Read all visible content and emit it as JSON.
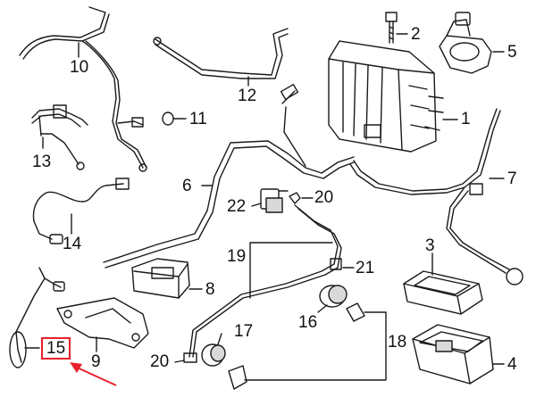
{
  "diagram": {
    "callouts": [
      {
        "id": "1",
        "text": "1"
      },
      {
        "id": "2",
        "text": "2"
      },
      {
        "id": "3",
        "text": "3"
      },
      {
        "id": "4",
        "text": "4"
      },
      {
        "id": "5",
        "text": "5"
      },
      {
        "id": "6",
        "text": "6"
      },
      {
        "id": "7",
        "text": "7"
      },
      {
        "id": "8",
        "text": "8"
      },
      {
        "id": "9",
        "text": "9"
      },
      {
        "id": "10",
        "text": "10"
      },
      {
        "id": "11",
        "text": "11"
      },
      {
        "id": "12",
        "text": "12"
      },
      {
        "id": "13",
        "text": "13"
      },
      {
        "id": "14",
        "text": "14"
      },
      {
        "id": "15",
        "text": "15"
      },
      {
        "id": "16",
        "text": "16"
      },
      {
        "id": "17",
        "text": "17"
      },
      {
        "id": "18",
        "text": "18"
      },
      {
        "id": "19",
        "text": "19"
      },
      {
        "id": "20a",
        "text": "20"
      },
      {
        "id": "20b",
        "text": "20"
      },
      {
        "id": "21",
        "text": "21"
      },
      {
        "id": "22",
        "text": "22"
      }
    ],
    "highlighted_callout": "15",
    "colors": {
      "line": "#1a1a1a",
      "fill": "#ffffff",
      "shade": "#d9d9d9",
      "highlight": "#e8202a"
    }
  }
}
